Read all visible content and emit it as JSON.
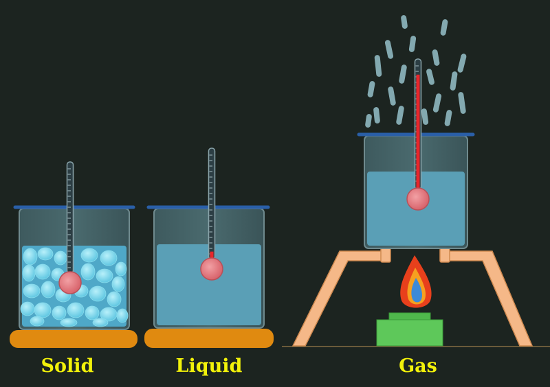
{
  "labels": {
    "solid": "Solid",
    "liquid": "Liquid",
    "gas": "Gas"
  },
  "thermometer_levels": {
    "solid": 0.0,
    "liquid": 0.07,
    "gas": 0.88
  },
  "colors": {
    "background": "#1c2420",
    "label": "#f2f20a",
    "beaker_rim": "#2a5fa8",
    "water": "#5a9fb6",
    "ice": "#7fd4ea",
    "mercury": "#e8262b",
    "bulb": "#e07a80",
    "stand_plate": "#e08a10",
    "tripod": "#f5b888",
    "burner": "#5ec85a",
    "flame_outer": "#e8401c",
    "flame_mid": "#f6a020",
    "flame_inner": "#3c8ad8",
    "steam": "#8fb8c0"
  },
  "icons": [
    "beaker-icon",
    "thermometer-icon",
    "ice-cubes-icon",
    "tripod-stand-icon",
    "flame-icon",
    "burner-icon",
    "steam-icon"
  ]
}
